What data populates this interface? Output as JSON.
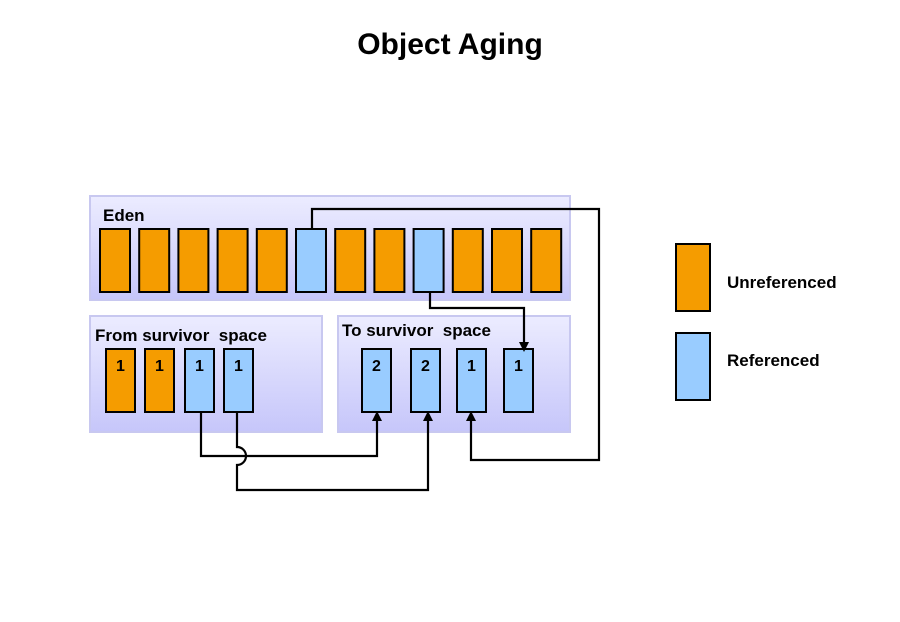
{
  "title": "Object Aging",
  "colors": {
    "unreferenced": "#f59c00",
    "referenced": "#99ccff",
    "region_top": "#ececff",
    "region_bottom": "#c6c6fa",
    "region_border": "#c8c8f0",
    "connector": "#000000"
  },
  "regions": {
    "eden": {
      "label": "Eden",
      "objects": [
        {
          "state": "unreferenced"
        },
        {
          "state": "unreferenced"
        },
        {
          "state": "unreferenced"
        },
        {
          "state": "unreferenced"
        },
        {
          "state": "unreferenced"
        },
        {
          "state": "referenced"
        },
        {
          "state": "unreferenced"
        },
        {
          "state": "unreferenced"
        },
        {
          "state": "referenced"
        },
        {
          "state": "unreferenced"
        },
        {
          "state": "unreferenced"
        },
        {
          "state": "unreferenced"
        }
      ]
    },
    "from_survivor": {
      "label": "From survivor  space",
      "objects": [
        {
          "state": "unreferenced",
          "age": "1"
        },
        {
          "state": "unreferenced",
          "age": "1"
        },
        {
          "state": "referenced",
          "age": "1"
        },
        {
          "state": "referenced",
          "age": "1"
        }
      ]
    },
    "to_survivor": {
      "label": "To survivor  space",
      "objects": [
        {
          "state": "referenced",
          "age": "2"
        },
        {
          "state": "referenced",
          "age": "2"
        },
        {
          "state": "referenced",
          "age": "1"
        },
        {
          "state": "referenced",
          "age": "1"
        }
      ]
    }
  },
  "legend": [
    {
      "state": "unreferenced",
      "label": "Unreferenced"
    },
    {
      "state": "referenced",
      "label": "Referenced"
    }
  ],
  "arrows": [
    {
      "from": "eden.5",
      "to": "to_survivor.2",
      "name": "arrow-eden-to-survivor-3"
    },
    {
      "from": "eden.8",
      "to": "to_survivor.3",
      "name": "arrow-eden-to-survivor-4"
    },
    {
      "from": "from_survivor.2",
      "to": "to_survivor.0",
      "name": "arrow-from-3-to-survivor-1"
    },
    {
      "from": "from_survivor.3",
      "to": "to_survivor.1",
      "name": "arrow-from-4-to-survivor-2"
    }
  ]
}
